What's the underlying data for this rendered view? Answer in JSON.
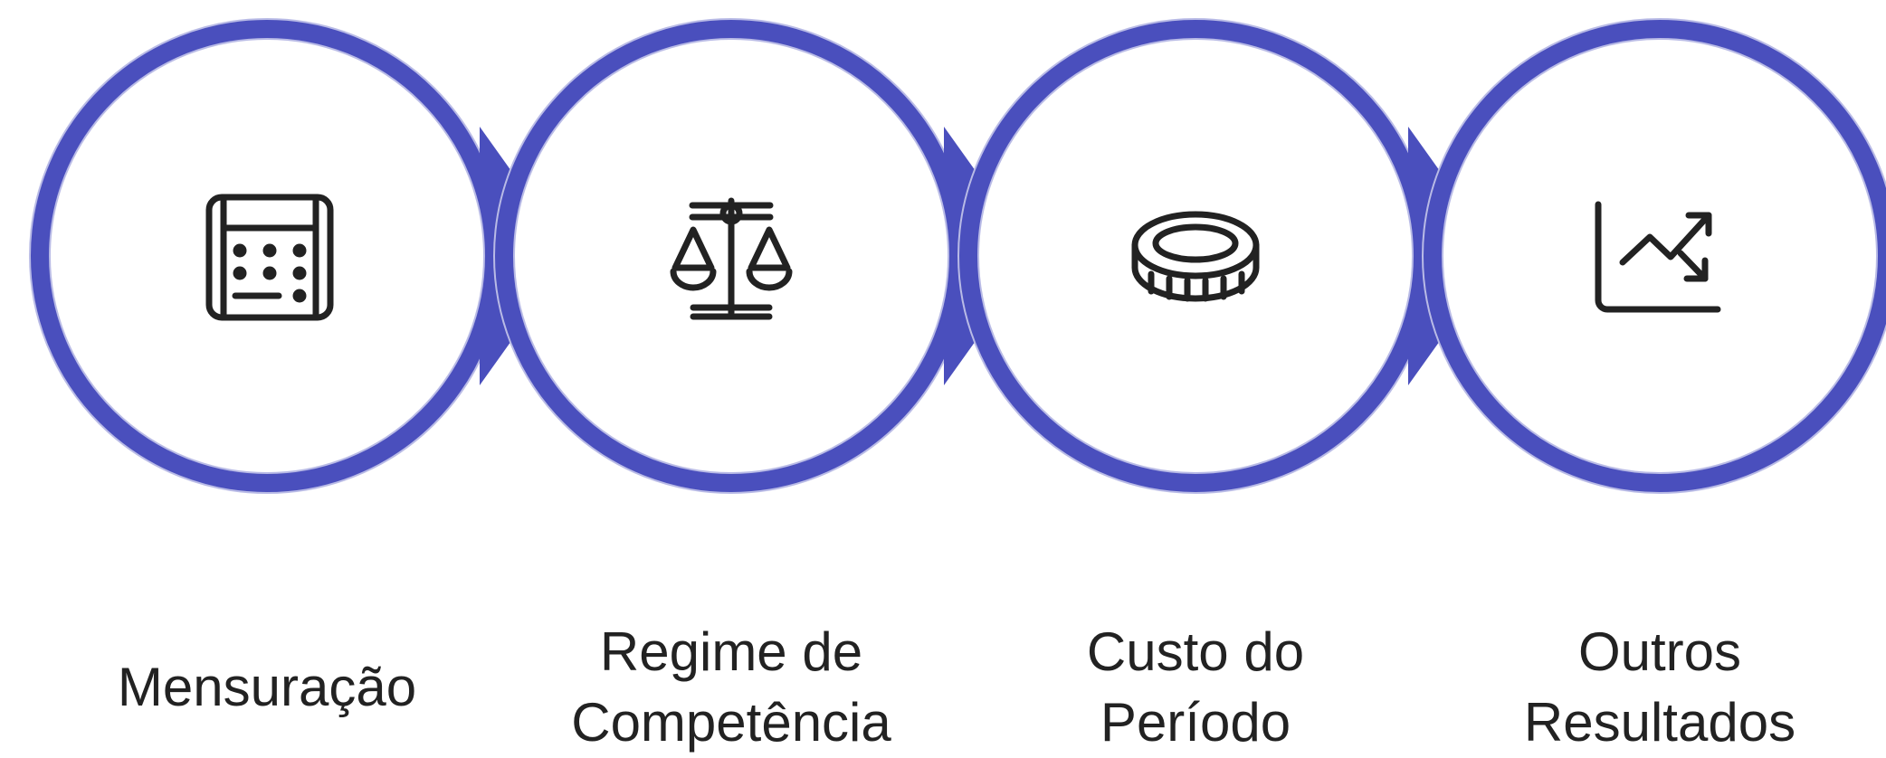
{
  "colors": {
    "ring": "#4a4fbd",
    "ring_edge": "#b9bbe6",
    "icon": "#222222",
    "text": "#222222"
  },
  "steps": [
    {
      "label": "Mensuração",
      "icon": "calculator-icon"
    },
    {
      "label": "Regime de\nCompetência",
      "icon": "balance-scale-icon"
    },
    {
      "label": "Custo do\nPeríodo",
      "icon": "coin-icon"
    },
    {
      "label": "Outros\nResultados",
      "icon": "trend-chart-icon"
    }
  ]
}
